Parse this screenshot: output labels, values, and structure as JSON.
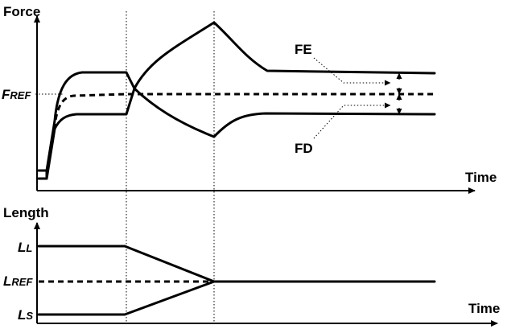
{
  "top_panel": {
    "y_axis_label": "Force",
    "x_axis_label": "Time",
    "ref_label_main": "F",
    "ref_label_sub": "REF",
    "fe_label": "FE",
    "fd_label": "FD"
  },
  "bottom_panel": {
    "y_axis_label": "Length",
    "x_axis_label": "Time",
    "long_main": "L",
    "long_sub": "L",
    "ref_main": "L",
    "ref_sub": "REF",
    "short_main": "L",
    "short_sub": "S"
  }
}
